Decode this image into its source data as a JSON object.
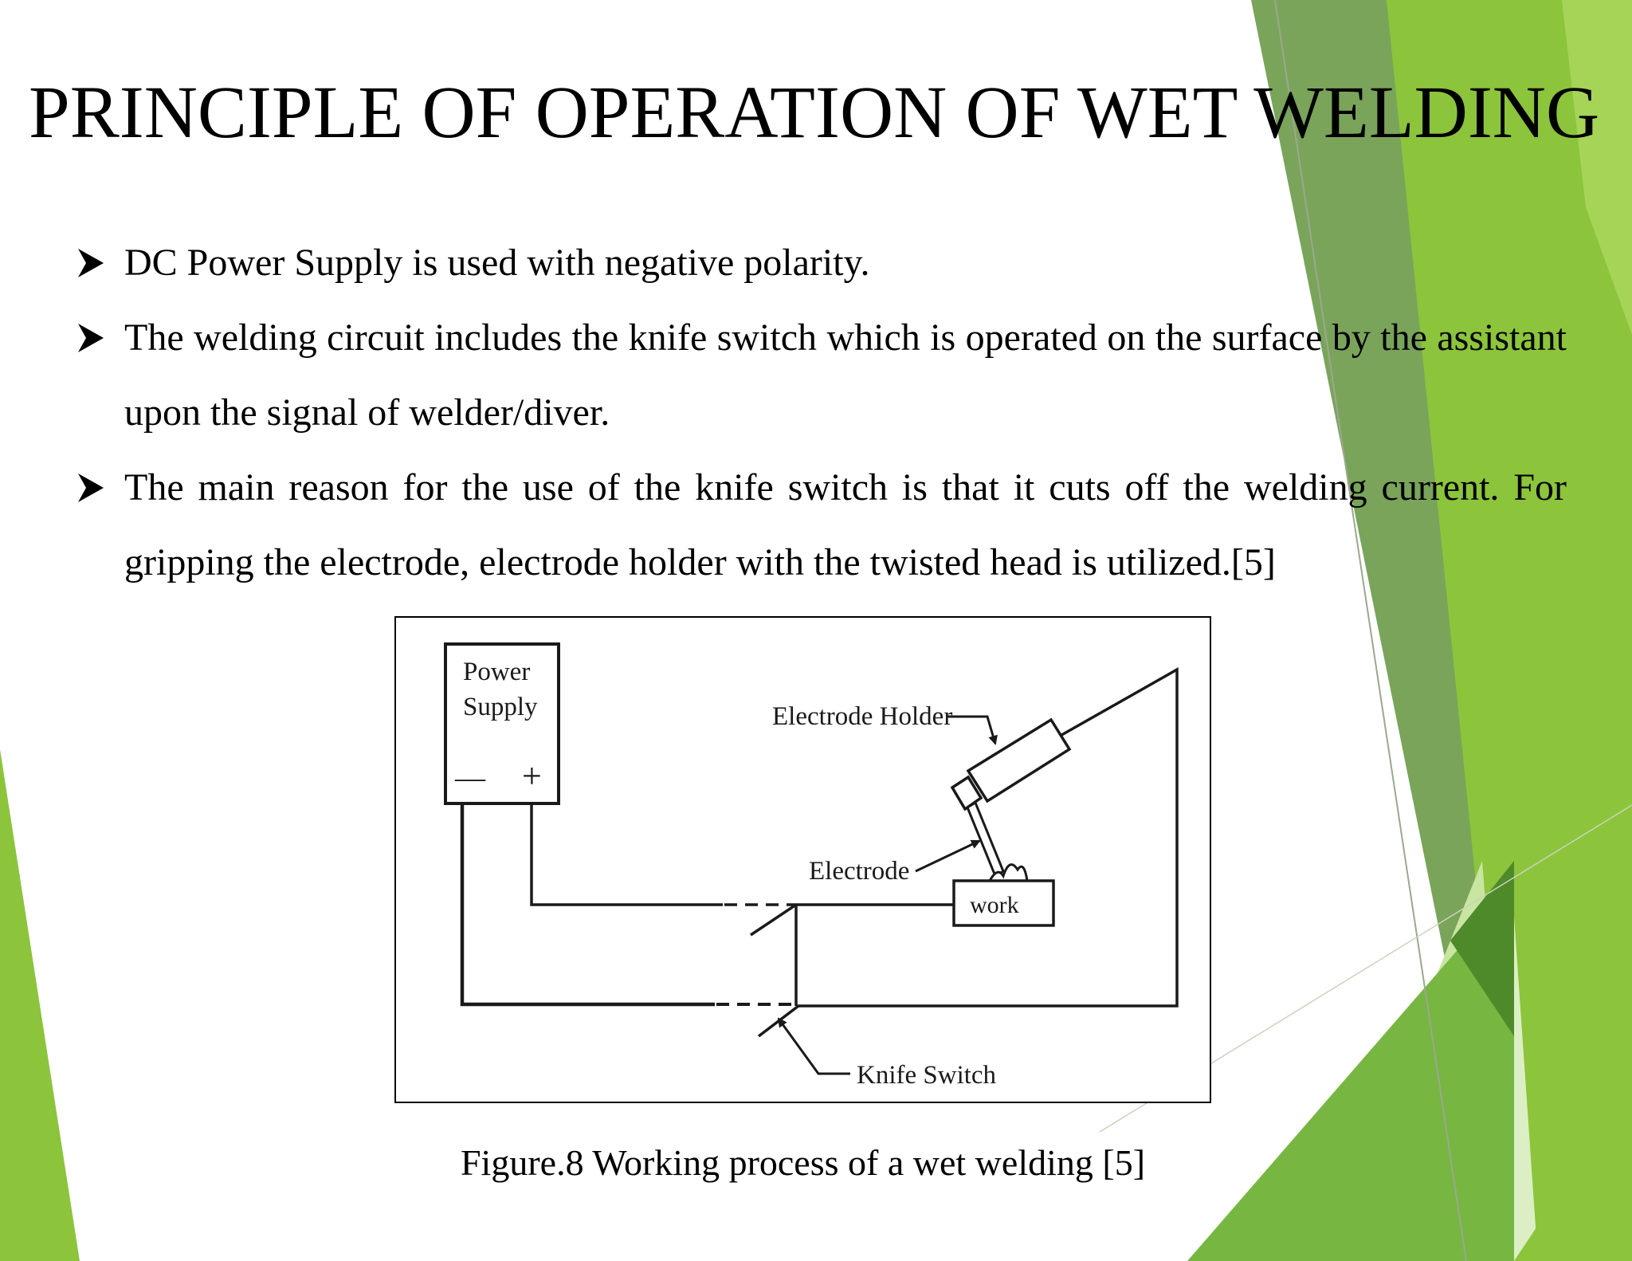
{
  "slide": {
    "title": "PRINCIPLE OF OPERATION OF WET WELDING",
    "bullets": [
      "DC Power Supply is used with negative polarity.",
      "The welding circuit includes the knife switch which is operated on the surface by the assistant upon the signal of welder/diver.",
      "The main reason for the use of the knife switch is that it cuts off the welding current. For gripping the electrode, electrode holder with the twisted head is utilized.[5]"
    ],
    "caption": "Figure.8 Working process of a wet welding [5]"
  },
  "diagram": {
    "power_supply_line1": "Power",
    "power_supply_line2": "Supply",
    "minus_symbol": "—",
    "plus_symbol": "+",
    "electrode_holder_label": "Electrode Holder",
    "electrode_label": "Electrode",
    "work_label": "work",
    "knife_switch_label": "Knife Switch"
  },
  "theme": {
    "accent_green_dark": "#5a9a2a",
    "accent_green": "#8cc43c",
    "accent_green_light": "#c5e39a",
    "text_color": "#000000"
  },
  "icons": {
    "bullet": "arrowhead-bullet-icon"
  }
}
